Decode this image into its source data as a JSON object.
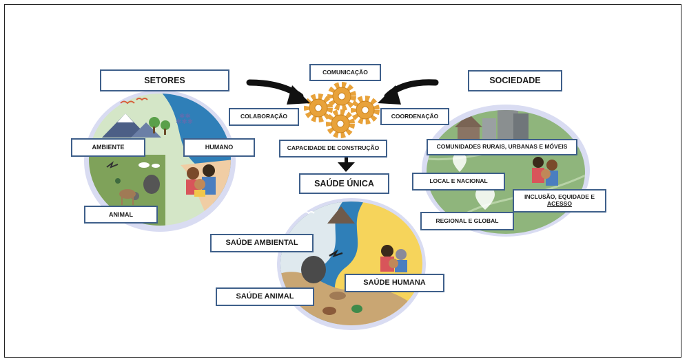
{
  "sectors": {
    "title": "SETORES",
    "environment": "AMBIENTE",
    "human": "HUMANO",
    "animal": "ANIMAL"
  },
  "center": {
    "communication": "COMUNICAÇÃO",
    "collaboration": "COLABORAÇÃO",
    "coordination": "COORDENAÇÃO",
    "capacity_building": "CAPACIDADE  DE CONSTRUÇÃO"
  },
  "society": {
    "title": "SOCIEDADE",
    "communities": "COMUNIDADES  RURAIS,  URBANAS  E MÓVEIS",
    "local_national": "LOCAL E NACIONAL",
    "inclusion_line1": "INCLUSÃO,  EQUIDADE E",
    "inclusion_line2": "ACESSO",
    "regional_global": "REGIONAL  E GLOBAL"
  },
  "one_health": {
    "title": "SAÚDE ÚNICA",
    "environmental": "SAÚDE AMBIENTAL",
    "human": "SAÚDE HUMANA",
    "animal": "SAÚDE ANIMAL"
  },
  "colors": {
    "label_border": "#3e5f8a",
    "gear": "#e8a23a",
    "land_green": "#8ab26a",
    "river_blue": "#2f7fb8",
    "human_beige": "#f0cda4",
    "sun_yellow": "#f6d45b",
    "city_gray": "#8a8f90"
  }
}
